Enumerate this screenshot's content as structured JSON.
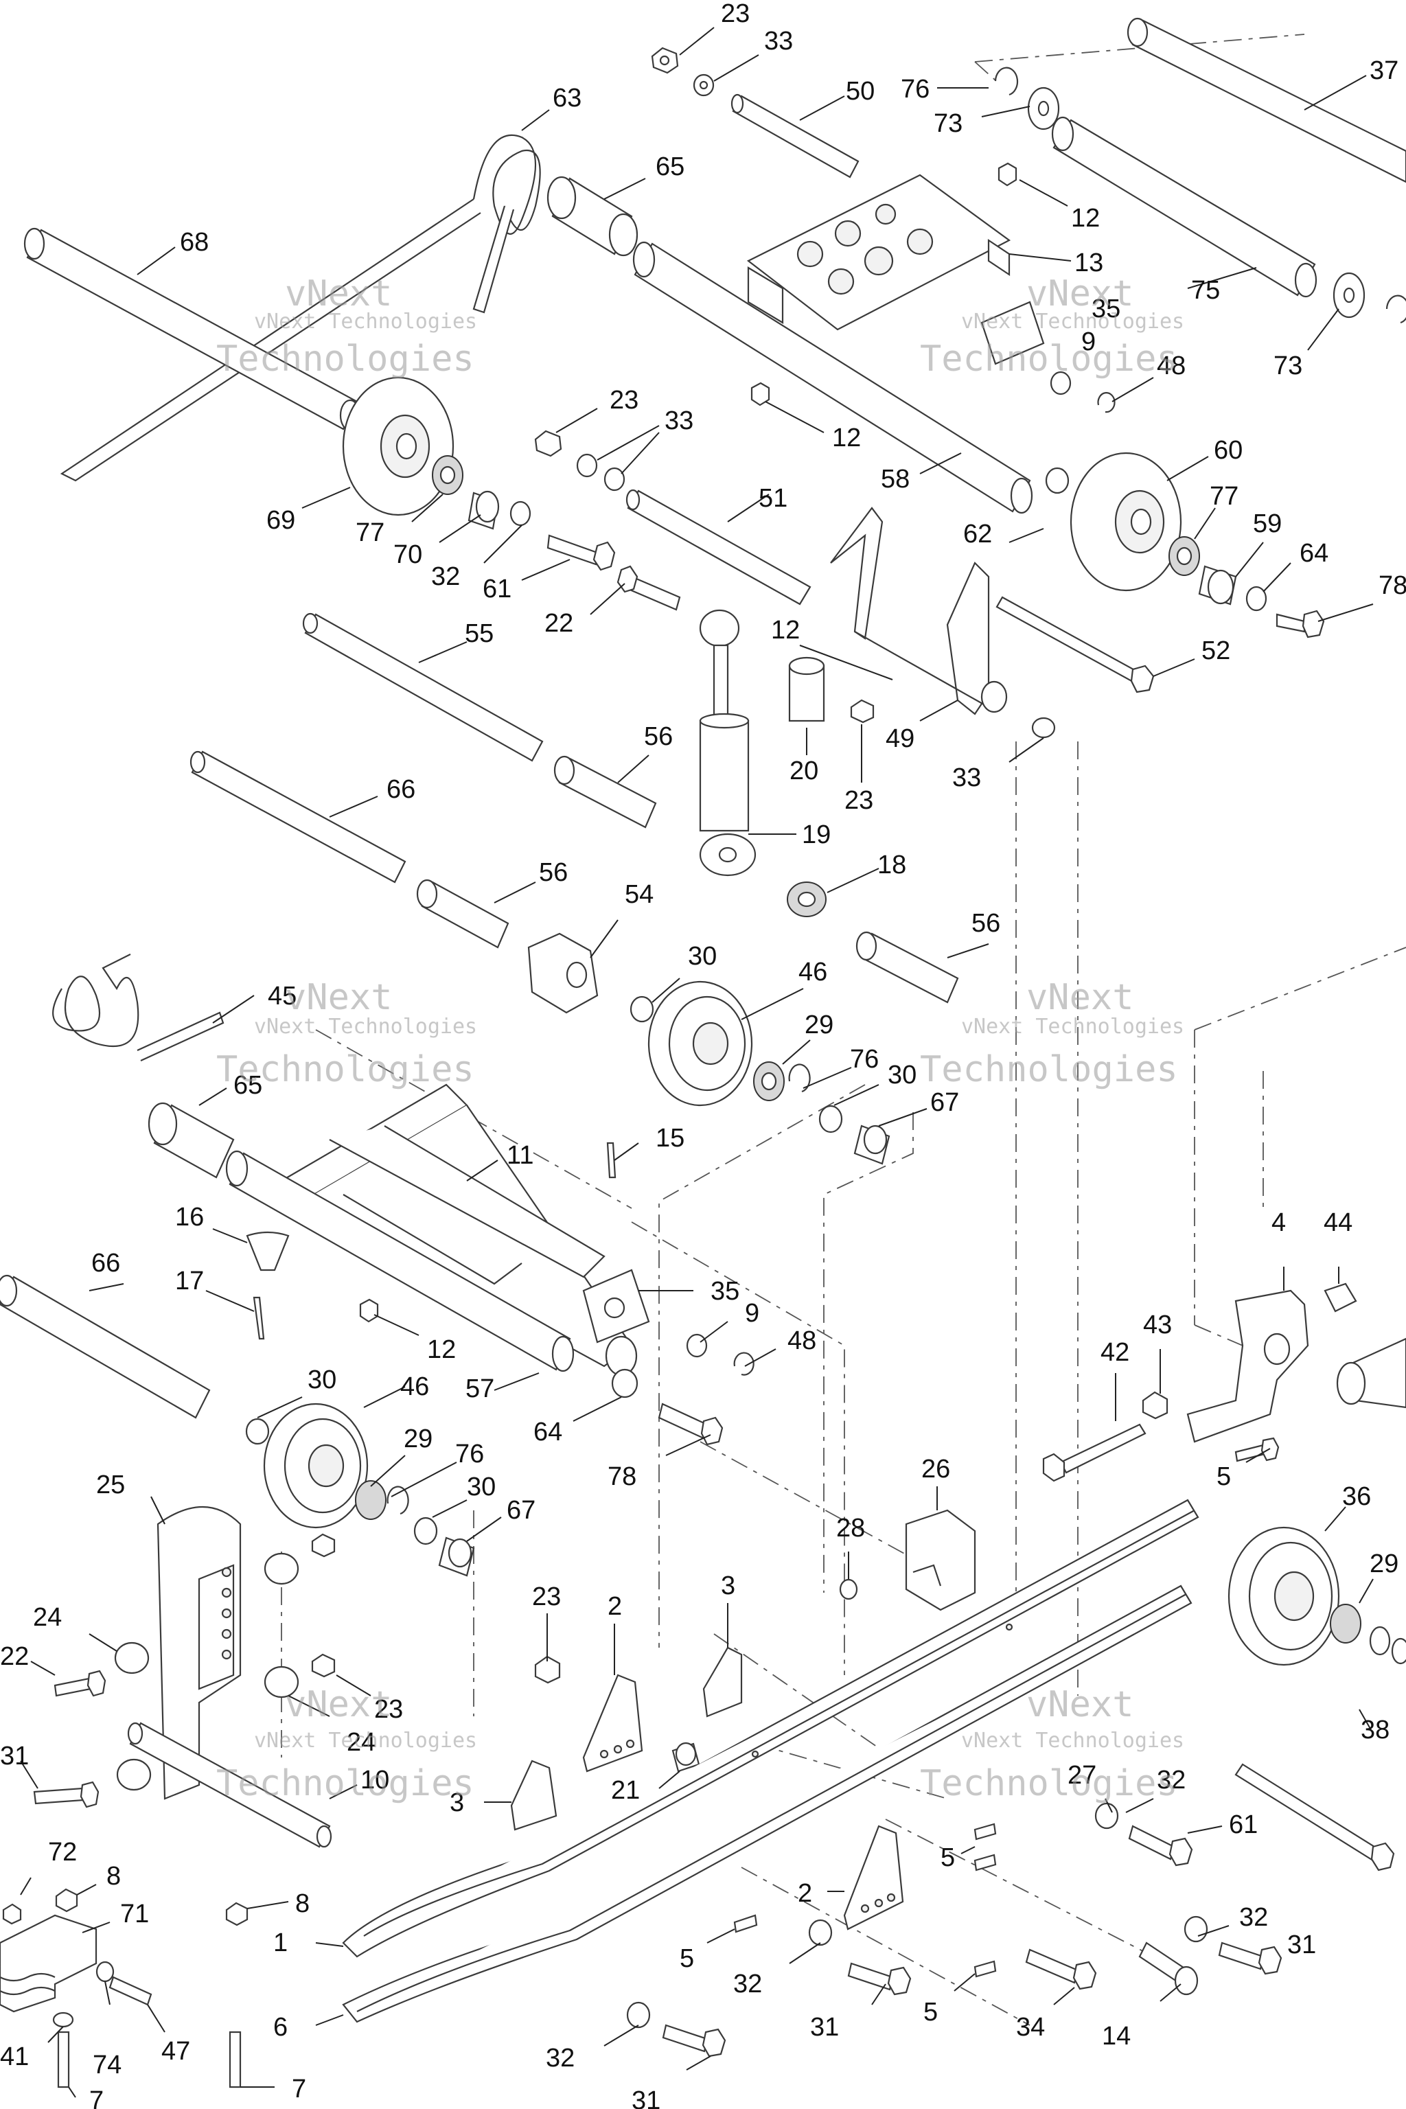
{
  "watermark": {
    "line_small": "vNext Technologies",
    "line_large_a": "vNext",
    "line_large_b": "Technologies"
  },
  "callouts": [
    {
      "id": "c23a",
      "text": "23"
    },
    {
      "id": "c33a",
      "text": "33"
    },
    {
      "id": "c63",
      "text": "63"
    },
    {
      "id": "c50",
      "text": "50"
    },
    {
      "id": "c76a",
      "text": "76"
    },
    {
      "id": "c73a",
      "text": "73"
    },
    {
      "id": "c37",
      "text": "37"
    },
    {
      "id": "c65a",
      "text": "65"
    },
    {
      "id": "c12a",
      "text": "12"
    },
    {
      "id": "c13",
      "text": "13"
    },
    {
      "id": "c68",
      "text": "68"
    },
    {
      "id": "c35a",
      "text": "35"
    },
    {
      "id": "c9a",
      "text": "9"
    },
    {
      "id": "c75",
      "text": "75"
    },
    {
      "id": "c73b",
      "text": "73"
    },
    {
      "id": "c48a",
      "text": "48"
    },
    {
      "id": "c23b",
      "text": "23"
    },
    {
      "id": "c33b",
      "text": "33"
    },
    {
      "id": "c12b",
      "text": "12"
    },
    {
      "id": "c60",
      "text": "60"
    },
    {
      "id": "c58",
      "text": "58"
    },
    {
      "id": "c77a",
      "text": "77"
    },
    {
      "id": "c69",
      "text": "69"
    },
    {
      "id": "c77b",
      "text": "77"
    },
    {
      "id": "c51",
      "text": "51"
    },
    {
      "id": "c59",
      "text": "59"
    },
    {
      "id": "c62",
      "text": "62"
    },
    {
      "id": "c64a",
      "text": "64"
    },
    {
      "id": "c70",
      "text": "70"
    },
    {
      "id": "c32a",
      "text": "32"
    },
    {
      "id": "c61a",
      "text": "61"
    },
    {
      "id": "c78a",
      "text": "78"
    },
    {
      "id": "c22a",
      "text": "22"
    },
    {
      "id": "c12c",
      "text": "12"
    },
    {
      "id": "c55",
      "text": "55"
    },
    {
      "id": "c52",
      "text": "52"
    },
    {
      "id": "c49",
      "text": "49"
    },
    {
      "id": "c20",
      "text": "20"
    },
    {
      "id": "c33c",
      "text": "33"
    },
    {
      "id": "c56a",
      "text": "56"
    },
    {
      "id": "c23c",
      "text": "23"
    },
    {
      "id": "c66a",
      "text": "66"
    },
    {
      "id": "c19",
      "text": "19"
    },
    {
      "id": "c56b",
      "text": "56"
    },
    {
      "id": "c18",
      "text": "18"
    },
    {
      "id": "c54",
      "text": "54"
    },
    {
      "id": "c56c",
      "text": "56"
    },
    {
      "id": "c30a",
      "text": "30"
    },
    {
      "id": "c46a",
      "text": "46"
    },
    {
      "id": "c45",
      "text": "45"
    },
    {
      "id": "c29a",
      "text": "29"
    },
    {
      "id": "c76b",
      "text": "76"
    },
    {
      "id": "c30b",
      "text": "30"
    },
    {
      "id": "c65b",
      "text": "65"
    },
    {
      "id": "c67a",
      "text": "67"
    },
    {
      "id": "c15",
      "text": "15"
    },
    {
      "id": "c11",
      "text": "11"
    },
    {
      "id": "c16",
      "text": "16"
    },
    {
      "id": "c66b",
      "text": "66"
    },
    {
      "id": "c35b",
      "text": "35"
    },
    {
      "id": "c17",
      "text": "17"
    },
    {
      "id": "c9b",
      "text": "9"
    },
    {
      "id": "c48b",
      "text": "48"
    },
    {
      "id": "c4",
      "text": "4"
    },
    {
      "id": "c44",
      "text": "44"
    },
    {
      "id": "c12d",
      "text": "12"
    },
    {
      "id": "c43",
      "text": "43"
    },
    {
      "id": "c57",
      "text": "57"
    },
    {
      "id": "c42",
      "text": "42"
    },
    {
      "id": "c30c",
      "text": "30"
    },
    {
      "id": "c46b",
      "text": "46"
    },
    {
      "id": "c64b",
      "text": "64"
    },
    {
      "id": "c29b",
      "text": "29"
    },
    {
      "id": "c76c",
      "text": "76"
    },
    {
      "id": "c5a",
      "text": "5"
    },
    {
      "id": "c78b",
      "text": "78"
    },
    {
      "id": "c25",
      "text": "25"
    },
    {
      "id": "c30d",
      "text": "30"
    },
    {
      "id": "c67b",
      "text": "67"
    },
    {
      "id": "c26",
      "text": "26"
    },
    {
      "id": "c36",
      "text": "36"
    },
    {
      "id": "c28",
      "text": "28"
    },
    {
      "id": "c29c",
      "text": "29"
    },
    {
      "id": "c24a",
      "text": "24"
    },
    {
      "id": "c23d",
      "text": "23"
    },
    {
      "id": "c3a",
      "text": "3"
    },
    {
      "id": "c2a",
      "text": "2"
    },
    {
      "id": "c22b",
      "text": "22"
    },
    {
      "id": "c23e",
      "text": "23"
    },
    {
      "id": "c38",
      "text": "38"
    },
    {
      "id": "c24b",
      "text": "24"
    },
    {
      "id": "c31a",
      "text": "31"
    },
    {
      "id": "c10",
      "text": "10"
    },
    {
      "id": "c3b",
      "text": "3"
    },
    {
      "id": "c21",
      "text": "21"
    },
    {
      "id": "c27",
      "text": "27"
    },
    {
      "id": "c32b",
      "text": "32"
    },
    {
      "id": "c61b",
      "text": "61"
    },
    {
      "id": "c72",
      "text": "72"
    },
    {
      "id": "c8a",
      "text": "8"
    },
    {
      "id": "c5b",
      "text": "5"
    },
    {
      "id": "c8b",
      "text": "8"
    },
    {
      "id": "c71",
      "text": "71"
    },
    {
      "id": "c2b",
      "text": "2"
    },
    {
      "id": "c1",
      "text": "1"
    },
    {
      "id": "c5c",
      "text": "5"
    },
    {
      "id": "c32c",
      "text": "32"
    },
    {
      "id": "c32d",
      "text": "32"
    },
    {
      "id": "c31b",
      "text": "31"
    },
    {
      "id": "c6",
      "text": "6"
    },
    {
      "id": "c5d",
      "text": "5"
    },
    {
      "id": "c47",
      "text": "47"
    },
    {
      "id": "c41",
      "text": "41"
    },
    {
      "id": "c74",
      "text": "74"
    },
    {
      "id": "c31c",
      "text": "31"
    },
    {
      "id": "c34",
      "text": "34"
    },
    {
      "id": "c14",
      "text": "14"
    },
    {
      "id": "c32e",
      "text": "32"
    },
    {
      "id": "c7a",
      "text": "7"
    },
    {
      "id": "c7b",
      "text": "7"
    },
    {
      "id": "c31d",
      "text": "31"
    }
  ]
}
